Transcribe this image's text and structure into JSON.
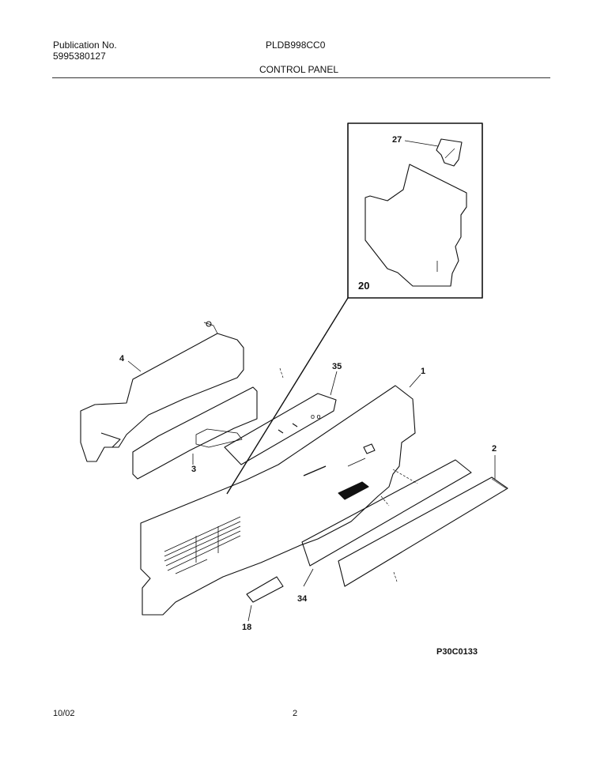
{
  "header": {
    "publication_label": "Publication No.",
    "publication_number": "5995380127",
    "model": "PLDB998CC0",
    "section_title": "CONTROL PANEL"
  },
  "callouts": {
    "c27": "27",
    "c20": "20",
    "c35": "35",
    "c1": "1",
    "c4": "4",
    "c3": "3",
    "c2": "2",
    "c34": "34",
    "c18": "18"
  },
  "drawing_ref": "P30C0133",
  "footer": {
    "date": "10/02",
    "page": "2"
  }
}
